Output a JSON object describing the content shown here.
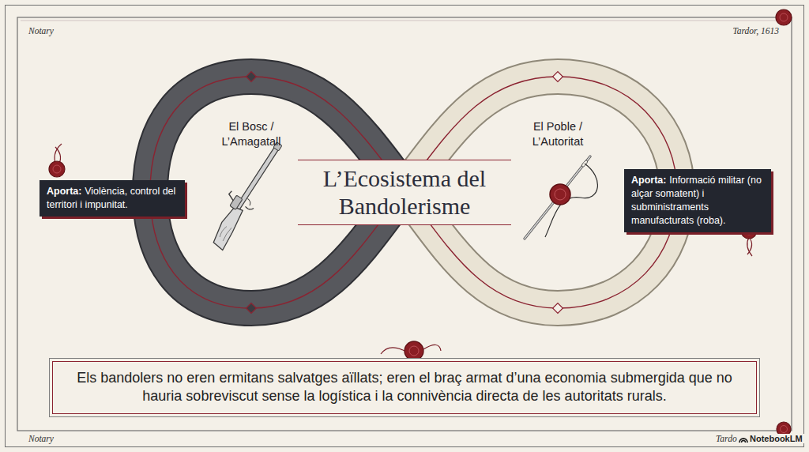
{
  "diagram": {
    "title": "L’Ecosistema del Bandolerisme",
    "caption": "Els bandolers no eren ermitans salvatges aïllats; eren el braç armat d’una economia submergida que no hauria sobreviscut sense la logística i la connivència directa de les autoritats rurals.",
    "nodes": [
      {
        "text": [
          "El Bosc / L’Amagatall"
        ]
      },
      {
        "text": [
          "El Poble / L’Autoritat"
        ]
      },
      {
        "text": [
          "Aporta:",
          "Violència, control del territori i impunitat."
        ]
      },
      {
        "text": [
          "Aporta:",
          "Informació militar (no alçar somatent) i subministraments manufacturats (roba)."
        ]
      }
    ],
    "labels": [
      "Notary",
      "Tardor, 1613",
      "Notary",
      "Tardo",
      "NotebookLM"
    ]
  }
}
